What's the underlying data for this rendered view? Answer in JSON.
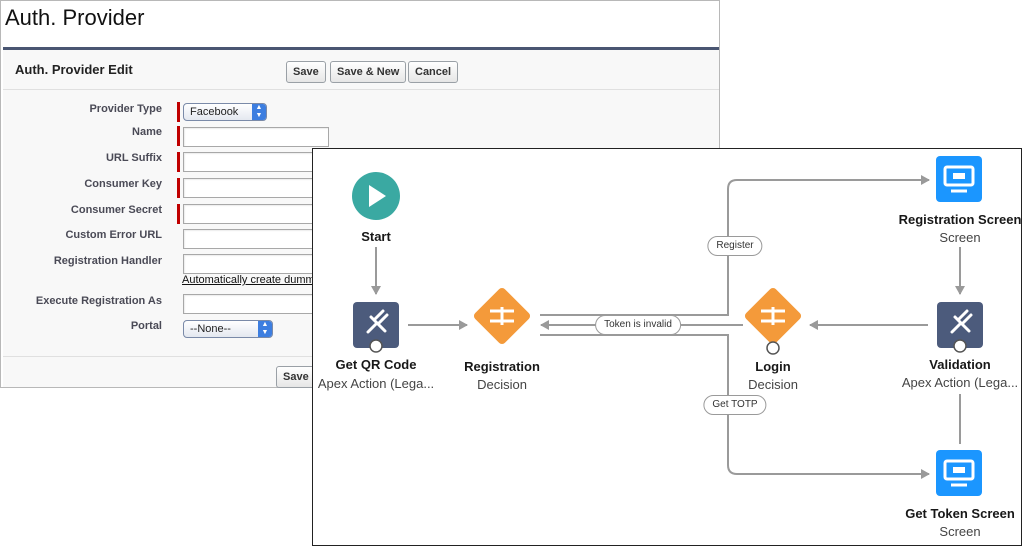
{
  "auth": {
    "page_title": "Auth. Provider",
    "edit_heading": "Auth. Provider Edit",
    "buttons": {
      "save": "Save",
      "save_new": "Save & New",
      "cancel": "Cancel"
    },
    "fields": {
      "provider_type": "Provider Type",
      "name": "Name",
      "url_suffix": "URL Suffix",
      "consumer_key": "Consumer Key",
      "consumer_secret": "Consumer Secret",
      "custom_error_url": "Custom Error URL",
      "registration_handler": "Registration Handler",
      "execute_registration_as": "Execute Registration As",
      "portal": "Portal"
    },
    "provider_type_value": "Facebook",
    "portal_value": "--None--",
    "auto_create_link": "Automatically create dumm",
    "colors": {
      "required": "#c00000",
      "header_rule": "#4a5672"
    }
  },
  "flow": {
    "nodes": {
      "start": {
        "label": "Start"
      },
      "get_qr_code": {
        "label": "Get QR Code",
        "type": "Apex Action (Lega...",
        "icon": "apex-plug-icon"
      },
      "registration": {
        "label": "Registration",
        "type": "Decision",
        "icon": "decision-icon"
      },
      "login": {
        "label": "Login",
        "type": "Decision",
        "icon": "decision-icon"
      },
      "registration_screen": {
        "label": "Registration Screen",
        "type": "Screen",
        "icon": "screen-icon"
      },
      "validation": {
        "label": "Validation",
        "type": "Apex Action (Lega...",
        "icon": "apex-plug-icon"
      },
      "get_token_screen": {
        "label": "Get Token Screen",
        "type": "Screen",
        "icon": "screen-icon"
      }
    },
    "connectors": {
      "register": "Register",
      "token_invalid": "Token is invalid",
      "get_totp": "Get TOTP"
    },
    "colors": {
      "start": "#3aa9a2",
      "apex": "#4c5b7c",
      "decision": "#f49a3a",
      "screen": "#1b96ff",
      "line": "#9a9a9a"
    }
  }
}
